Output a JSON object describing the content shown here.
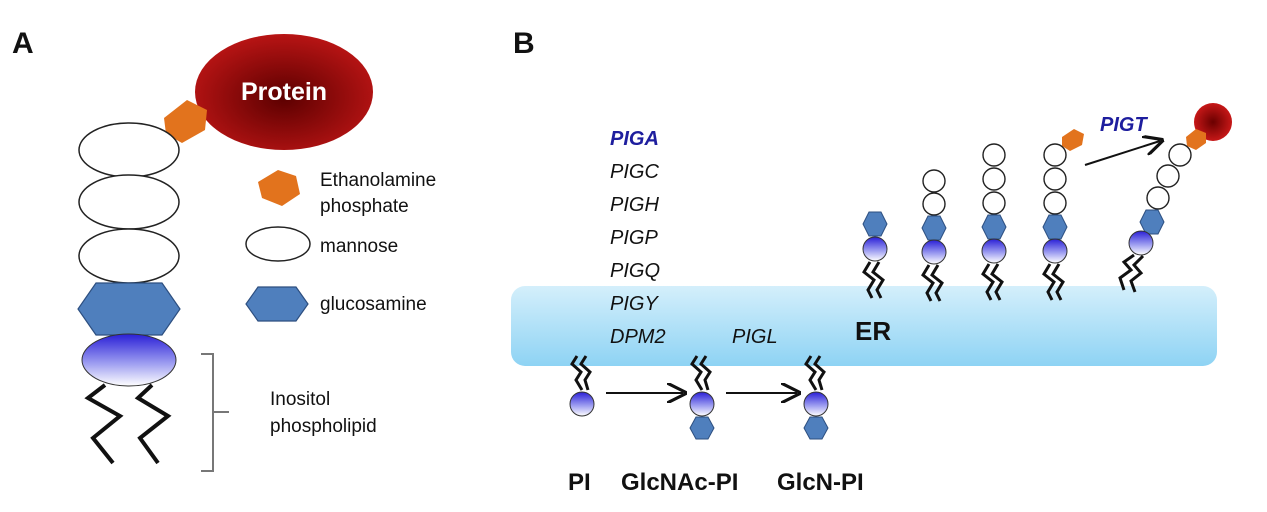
{
  "panels": {
    "a_label": "A",
    "b_label": "B"
  },
  "panel_a": {
    "protein_label": "Protein",
    "legend": {
      "ethanolamine_line1": "Ethanolamine",
      "ethanolamine_line2": "phosphate",
      "mannose": "mannose",
      "glucosamine": "glucosamine"
    },
    "lipid_line1": "Inositol",
    "lipid_line2": "phospholipid"
  },
  "panel_b": {
    "genes_step1": [
      "PIGA",
      "PIGC",
      "PIGH",
      "PIGP",
      "PIGQ",
      "PIGY",
      "DPM2"
    ],
    "highlighted_gene": "PIGA",
    "gene_step2": "PIGL",
    "gene_transamidase": "PIGT",
    "compartment": "ER",
    "stages": [
      "PI",
      "GlcNAc-PI",
      "GlcN-PI"
    ]
  },
  "colors": {
    "protein": "#a50b0b",
    "ethanolamine_phosphate": "#e2731d",
    "glucosamine": "#4f7fbd",
    "inositol_gradient_top": "#2222dd",
    "er_membrane": "#a9ddf6",
    "gene_highlight": "#1e1e9e"
  }
}
